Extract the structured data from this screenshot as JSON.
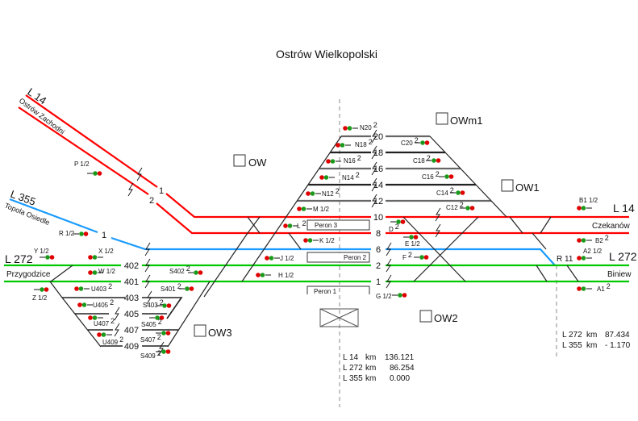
{
  "title": "Ostrów Wielkopolski",
  "colors": {
    "l14": "#ff0000",
    "l355": "#1a9bff",
    "l272": "#00c800",
    "station_track": "#222222",
    "signal_red": "#e00000",
    "signal_green": "#1a9a1a"
  },
  "lines_left": {
    "l14": "L 14",
    "l14_dest": "Ostrów Zachodni",
    "l355": "L 355",
    "l355_dest": "Topola Osiedle",
    "l272": "L 272",
    "l272_dest": "Przygodzice"
  },
  "lines_right": {
    "l14": "L 14",
    "l14_dest": "Czekanów",
    "l272": "L 272",
    "l272_dest": "Biniew",
    "junction": "R 11"
  },
  "posts": [
    "OW",
    "OWm1",
    "OW1",
    "OW2",
    "OW3"
  ],
  "platforms": [
    "Peron 3",
    "Peron 2",
    "Peron 1"
  ],
  "tracks": {
    "main": [
      "20",
      "18",
      "16",
      "14",
      "12",
      "10",
      "8",
      "6",
      "2",
      "1"
    ],
    "left": [
      "402",
      "401",
      "403",
      "405",
      "407",
      "409"
    ],
    "approach": [
      "1",
      "2",
      "1"
    ]
  },
  "km_center": [
    {
      "line": "L 14",
      "unit": "km",
      "value": "136.121"
    },
    {
      "line": "L 272",
      "unit": "km",
      "value": "86.254"
    },
    {
      "line": "L 355",
      "unit": "km",
      "value": "0.000"
    }
  ],
  "km_right": [
    {
      "line": "L 272",
      "unit": "km",
      "value": "87.434"
    },
    {
      "line": "L 355",
      "unit": "km",
      "value": "- 1.170"
    }
  ],
  "signals": [
    {
      "name": "N20",
      "sup": "2",
      "lamps": [
        "red",
        "green"
      ]
    },
    {
      "name": "N18",
      "sup": "2",
      "lamps": [
        "red",
        "green"
      ]
    },
    {
      "name": "N16",
      "sup": "2",
      "lamps": [
        "red",
        "green"
      ]
    },
    {
      "name": "N14",
      "sup": "2",
      "lamps": [
        "red",
        "green"
      ]
    },
    {
      "name": "N12",
      "sup": "2",
      "lamps": [
        "red",
        "green"
      ]
    },
    {
      "name": "M 1/2",
      "sup": "",
      "lamps": [
        "red",
        "green"
      ]
    },
    {
      "name": "L",
      "sup": "2",
      "lamps": [
        "red",
        "green"
      ]
    },
    {
      "name": "K 1/2",
      "sup": "",
      "lamps": [
        "red",
        "green"
      ]
    },
    {
      "name": "J 1/2",
      "sup": "",
      "lamps": [
        "red",
        "green"
      ]
    },
    {
      "name": "H 1/2",
      "sup": "",
      "lamps": [
        "red",
        "green"
      ]
    },
    {
      "name": "G 1/2",
      "sup": "",
      "lamps": [
        "green",
        "red"
      ]
    },
    {
      "name": "C20",
      "sup": "2",
      "lamps": [
        "green",
        "red"
      ]
    },
    {
      "name": "C18",
      "sup": "2",
      "lamps": [
        "green",
        "red"
      ]
    },
    {
      "name": "C16",
      "sup": "2",
      "lamps": [
        "green",
        "red"
      ]
    },
    {
      "name": "C14",
      "sup": "2",
      "lamps": [
        "green",
        "red"
      ]
    },
    {
      "name": "C12",
      "sup": "2",
      "lamps": [
        "green",
        "red"
      ]
    },
    {
      "name": "D",
      "sup": "2",
      "lamps": [
        "green",
        "red"
      ]
    },
    {
      "name": "E 1/2",
      "sup": "",
      "lamps": [
        "green",
        "red"
      ]
    },
    {
      "name": "F",
      "sup": "2",
      "lamps": [
        "green",
        "red"
      ]
    },
    {
      "name": "B1 1/2",
      "sup": "",
      "lamps": [
        "red",
        "green"
      ]
    },
    {
      "name": "B2",
      "sup": "2",
      "lamps": [
        "red",
        "green"
      ]
    },
    {
      "name": "A2 1/2",
      "sup": "",
      "lamps": [
        "red",
        "green"
      ]
    },
    {
      "name": "A1",
      "sup": "2",
      "lamps": [
        "red",
        "green"
      ]
    },
    {
      "name": "P 1/2",
      "sup": "",
      "lamps": [
        "green",
        "red"
      ]
    },
    {
      "name": "R 1/2",
      "sup": "",
      "lamps": [
        "green",
        "red"
      ]
    },
    {
      "name": "Y 1/2",
      "sup": "",
      "lamps": [
        "green",
        "red"
      ]
    },
    {
      "name": "X 1/2",
      "sup": "",
      "lamps": [
        "red",
        "green"
      ]
    },
    {
      "name": "W 1/2",
      "sup": "",
      "lamps": [
        "red",
        "green"
      ]
    },
    {
      "name": "U403",
      "sup": "2",
      "lamps": [
        "red",
        "green"
      ]
    },
    {
      "name": "Z 1/2",
      "sup": "",
      "lamps": [
        "green",
        "red"
      ]
    },
    {
      "name": "U405",
      "sup": "2",
      "lamps": [
        "red",
        "green"
      ]
    },
    {
      "name": "U407",
      "sup": "2",
      "lamps": [
        "red",
        "green"
      ]
    },
    {
      "name": "U409",
      "sup": "2",
      "lamps": [
        "red",
        "green"
      ]
    },
    {
      "name": "S402",
      "sup": "2",
      "lamps": [
        "green",
        "red"
      ]
    },
    {
      "name": "S401",
      "sup": "2",
      "lamps": [
        "green",
        "red"
      ]
    },
    {
      "name": "S403",
      "sup": "2",
      "lamps": [
        "green",
        "red"
      ]
    },
    {
      "name": "S405",
      "sup": "2",
      "lamps": [
        "green",
        "red"
      ]
    },
    {
      "name": "S407",
      "sup": "2",
      "lamps": [
        "green",
        "red"
      ]
    },
    {
      "name": "S409",
      "sup": "2",
      "lamps": [
        "green",
        "red"
      ]
    }
  ]
}
